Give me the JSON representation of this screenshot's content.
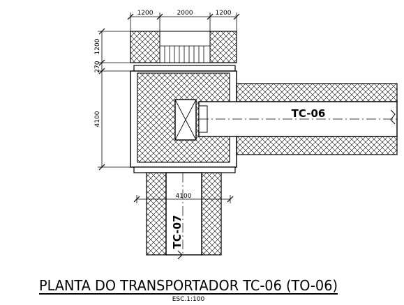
{
  "dimensions": {
    "top_left": "1200",
    "top_mid": "2000",
    "top_right": "1200",
    "left_1200": "1200",
    "left_270": "270",
    "left_4100": "4100",
    "bottom_4100": "4100"
  },
  "labels": {
    "conveyor_horizontal": "TC-06",
    "conveyor_vertical": "TC-07"
  },
  "title": {
    "main": "PLANTA DO TRANSPORTADOR TC-06 (TO-06)",
    "scale": "ESC.1:100"
  }
}
